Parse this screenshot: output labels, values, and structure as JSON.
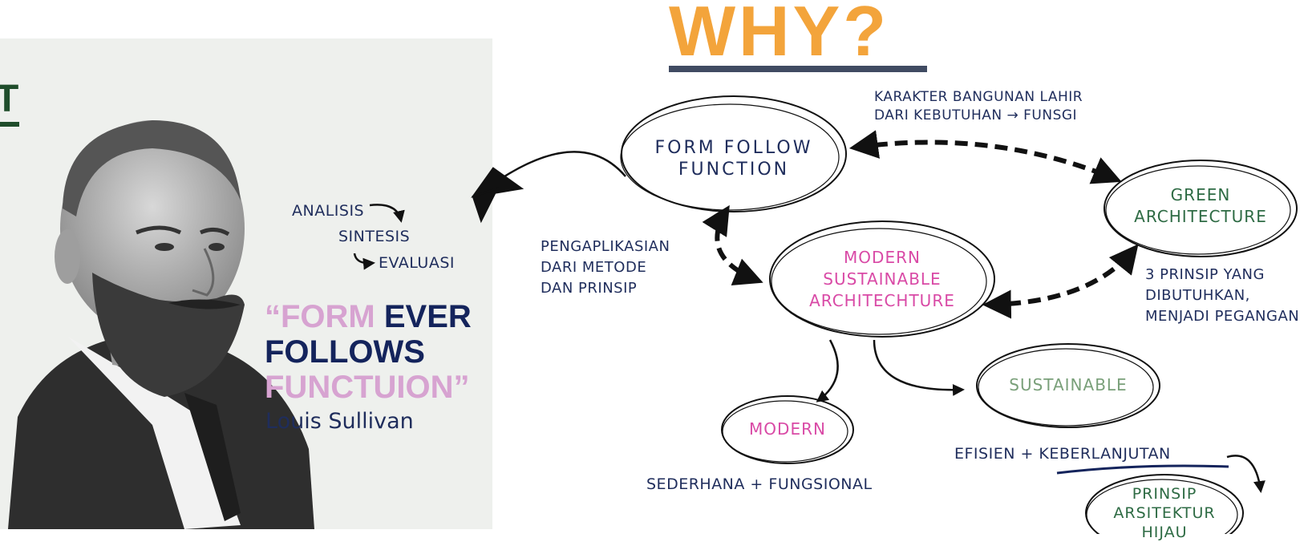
{
  "heading": {
    "title": "WHY?"
  },
  "left": {
    "cut_letter": "T",
    "steps": [
      "ANALISIS",
      "SINTESIS",
      "EVALUASI"
    ],
    "quote": {
      "part1": "“FORM ",
      "part2": "EVER",
      "part3": "FOLLOWS",
      "part4": "FUNCTUION”"
    },
    "author": "Louis Sullivan"
  },
  "nodes": {
    "form_follow_function": [
      "FORM FOLLOW",
      "FUNCTION"
    ],
    "green_architecture": [
      "GREEN",
      "ARCHITECTURE"
    ],
    "modern_sustainable": [
      "MODERN",
      "SUSTAINABLE",
      "ARCHITECHTURE"
    ],
    "modern": "MODERN",
    "sustainable": "SUSTAINABLE",
    "prinsip_arsitektur": [
      "PRINSIP",
      "ARSITEKTUR",
      "HIJAU"
    ]
  },
  "notes": {
    "karakter": [
      "KARAKTER BANGUNAN LAHIR",
      "DARI KEBUTUHAN → FUNSGI"
    ],
    "pengaplikasian": [
      "PENGAPLIKASIAN",
      "DARI METODE",
      "DAN PRINSIP"
    ],
    "tiga_prinsip": [
      "3 PRINSIP YANG",
      "DIBUTUHKAN,",
      "MENJADI PEGANGAN"
    ],
    "sederhana": "SEDERHANA + FUNGSIONAL",
    "efisien": "EFISIEN + KEBERLANJUTAN"
  },
  "colors": {
    "title": "#f3a43b",
    "navy": "#1f2d5c",
    "pink": "#d94aa6",
    "green": "#2e6b44",
    "sage": "#7aa07a",
    "quote_pink": "#d7a3d1"
  },
  "icons": {
    "portrait": "bearded-man-portrait"
  }
}
